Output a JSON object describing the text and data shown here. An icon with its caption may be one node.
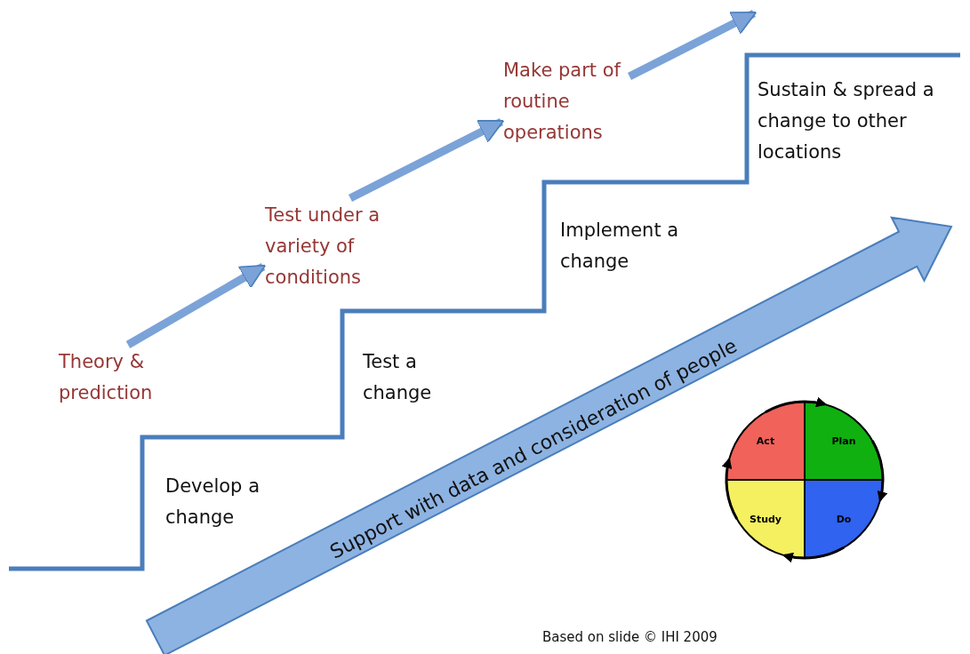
{
  "diagram": {
    "caption": "Based on slide © IHI 2009",
    "nodes": [
      {
        "text": [
          "Theory & prediction"
        ]
      },
      {
        "text": [
          "Test under a variety of conditions"
        ]
      },
      {
        "text": [
          "Make part of routine operations"
        ]
      },
      {
        "text": [],
        "shape": "circle"
      },
      {
        "text": [
          "Act"
        ],
        "in": 3
      },
      {
        "text": [
          "Plan"
        ],
        "in": 3
      },
      {
        "text": [
          "Study"
        ],
        "in": 3
      },
      {
        "text": [
          "Do"
        ],
        "in": 3
      }
    ],
    "edges": [
      {
        "from": 0,
        "to": 1,
        "arrow": "to",
        "style": "thick",
        "color": "#7ba3d8"
      },
      {
        "from": 1,
        "to": 2,
        "arrow": "to",
        "style": "thick",
        "color": "#7ba3d8"
      },
      {
        "from": 2,
        "to": null,
        "arrow": "to",
        "style": "thick",
        "color": "#7ba3d8"
      },
      {
        "from": 4,
        "to": 5,
        "arrow": "to"
      },
      {
        "from": 5,
        "to": 7,
        "arrow": "to"
      },
      {
        "from": 7,
        "to": 6,
        "arrow": "to"
      },
      {
        "from": 6,
        "to": 4,
        "arrow": "to"
      }
    ],
    "labels": [
      "Develop a change",
      "Test a change",
      "Implement a change",
      "Sustain & spread a change to other locations",
      "Support with data and consideration of people"
    ]
  }
}
